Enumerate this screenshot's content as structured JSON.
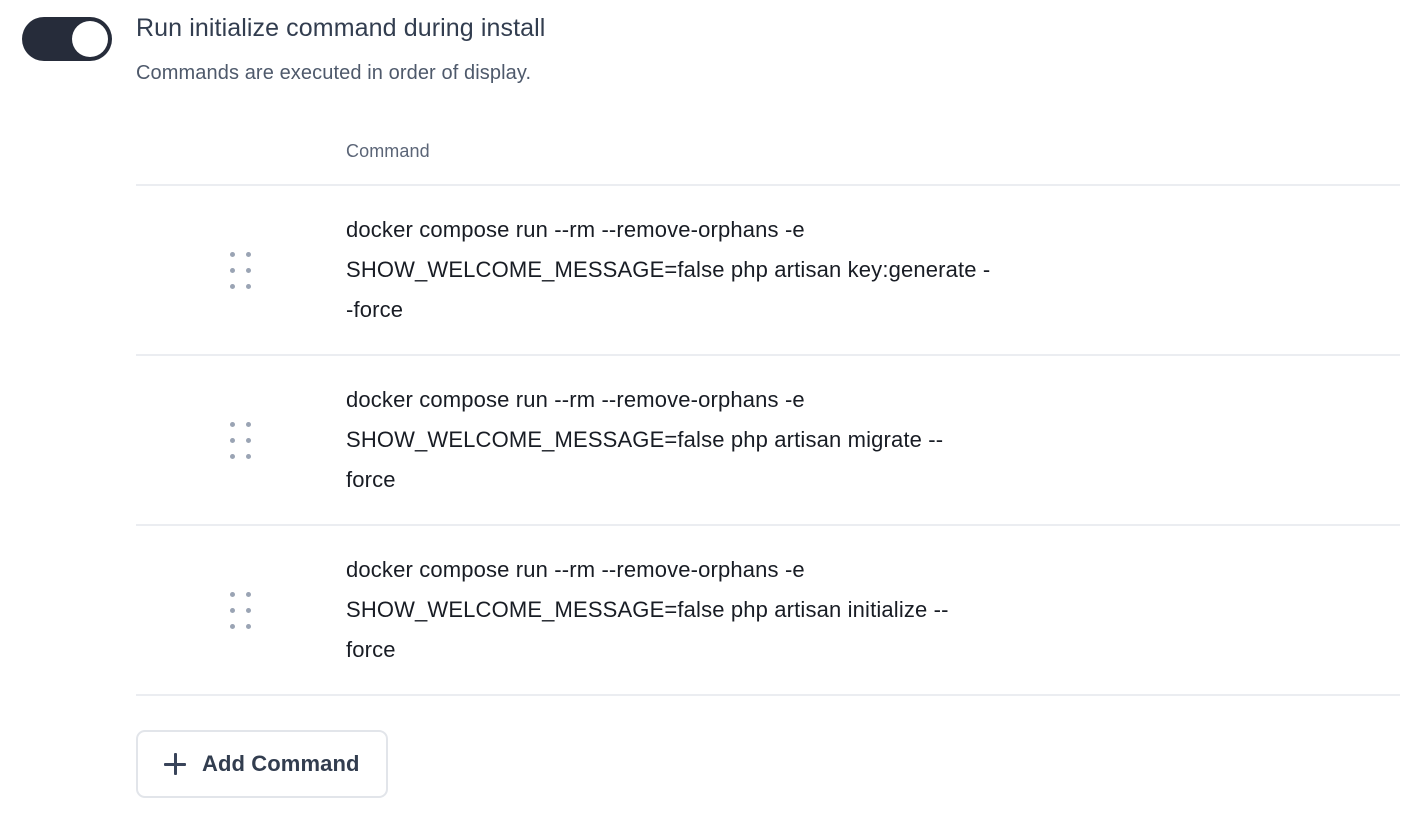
{
  "setting": {
    "toggle": {
      "name": "run-initialize-command-toggle",
      "state": "on",
      "track_color": "#262c3a",
      "knob_color": "#ffffff"
    },
    "title": "Run initialize command during install",
    "subtitle": "Commands are executed in order of display."
  },
  "table": {
    "columns": [
      {
        "key": "handle",
        "label": ""
      },
      {
        "key": "command",
        "label": "Command"
      }
    ],
    "rows": [
      {
        "handle_icon": "drag-handle-icon",
        "command": "docker compose run --rm --remove-orphans -e SHOW_WELCOME_MESSAGE=false php artisan key:generate --force"
      },
      {
        "handle_icon": "drag-handle-icon",
        "command": "docker compose run --rm --remove-orphans -e SHOW_WELCOME_MESSAGE=false php artisan migrate --force"
      },
      {
        "handle_icon": "drag-handle-icon",
        "command": "docker compose run --rm --remove-orphans -e SHOW_WELCOME_MESSAGE=false php artisan initialize --force"
      }
    ]
  },
  "actions": {
    "add_command": {
      "icon": "plus-icon",
      "label": "Add Command"
    }
  },
  "colors": {
    "text_primary": "#181c24",
    "text_title": "#323d4f",
    "text_muted": "#4e596b",
    "text_header": "#5b6577",
    "divider": "#ebedf1",
    "border": "#e2e5ea",
    "handle_dot": "#9aa4b4",
    "toggle_on": "#262c3a",
    "background": "#ffffff"
  }
}
